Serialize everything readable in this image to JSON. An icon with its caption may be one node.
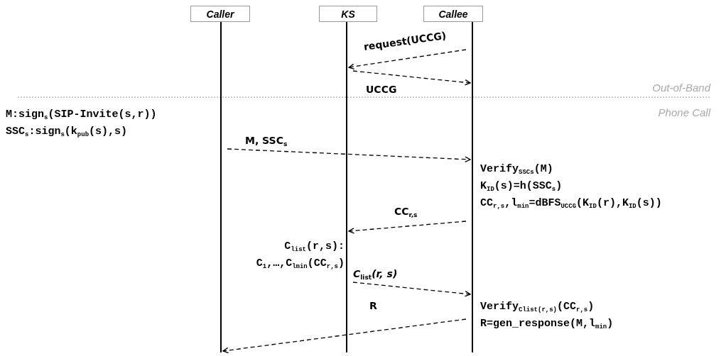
{
  "diagram": {
    "nodes": [
      {
        "text": [
          "Caller"
        ]
      },
      {
        "text": [
          "KS"
        ]
      },
      {
        "text": [
          "Callee"
        ]
      },
      {
        "text": [],
        "shape": "bar"
      },
      {
        "text": [],
        "shape": "bar"
      },
      {
        "text": [],
        "shape": "bar"
      }
    ],
    "edges": [
      {
        "from": 5,
        "to": 4,
        "arrow": "to",
        "style": "dashed",
        "label": "request(UCCG)"
      },
      {
        "from": 4,
        "to": 5,
        "arrow": "to",
        "style": "dashed",
        "label": "UCCG"
      },
      {
        "from": 3,
        "to": 5,
        "arrow": "to",
        "style": "dashed",
        "label": "M, SSC$_{s}$"
      },
      {
        "from": 5,
        "to": 4,
        "arrow": "to",
        "style": "dashed",
        "label": "CC$_{r,s}$"
      },
      {
        "from": 4,
        "to": 5,
        "arrow": "to",
        "style": "dashed",
        "label": "*C*$_{list}$*(r, s)*"
      },
      {
        "from": 5,
        "to": 3,
        "arrow": "to",
        "style": "dashed",
        "label": "R"
      }
    ],
    "labels": [
      "Out-of-Band",
      "Phone Call",
      "M:sign$_{s}$(SIP-Invite(s,r))",
      "SSC$_{s}$:sign$_{s}$(k$_{pub}$(s),s)",
      "Verify$_{SSCs}$(M)",
      "K$_{ID}$(s)=h(SSC$_{s}$)",
      "CC$_{r,s}$,l$_{min}$=dBFS$_{UCCG}$(K$_{ID}$(r),K$_{ID}$(s))",
      "C$_{list}$(r,s):",
      "C$_{1}$,…,C$_{lmin}$(CC$_{r,s}$)",
      "Verify$_{Clist(r,s)}$(CC$_{r,s}$)",
      "R=gen_response(M,l$_{min}$)"
    ]
  }
}
